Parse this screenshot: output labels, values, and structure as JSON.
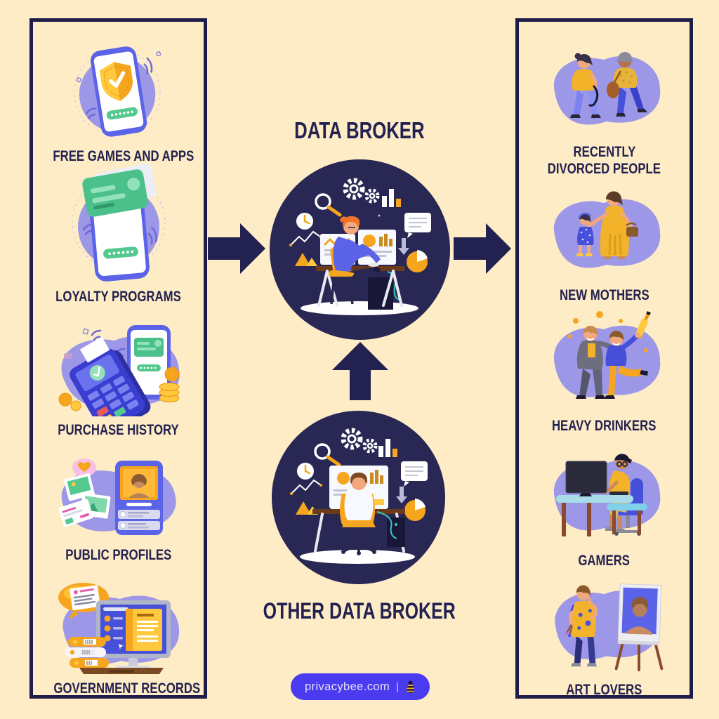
{
  "title": "DATA BROKER",
  "other_title": "OTHER DATA BROKER",
  "left_panel": {
    "items": [
      {
        "label": "FREE GAMES AND APPS",
        "icon": "phone-shield-illustration"
      },
      {
        "label": "LOYALTY PROGRAMS",
        "icon": "phone-loyalty-card-illustration"
      },
      {
        "label": "PURCHASE HISTORY",
        "icon": "payment-terminal-coins-illustration"
      },
      {
        "label": "PUBLIC PROFILES",
        "icon": "profile-page-photos-illustration"
      },
      {
        "label": "GOVERNMENT RECORDS",
        "icon": "records-monitor-files-illustration"
      }
    ]
  },
  "right_panel": {
    "items": [
      {
        "line1": "RECENTLY",
        "line2": "DIVORCED PEOPLE",
        "icon": "divorced-couple-illustration"
      },
      {
        "label": "NEW MOTHERS",
        "icon": "mother-child-illustration"
      },
      {
        "label": "HEAVY DRINKERS",
        "icon": "drinking-friends-illustration"
      },
      {
        "label": "GAMERS",
        "icon": "gamer-at-desk-illustration"
      },
      {
        "label": "ART LOVERS",
        "icon": "painter-easel-illustration"
      }
    ]
  },
  "center": {
    "top_circle_icon": "data-broker-analyst-illustration",
    "bottom_circle_icon": "other-data-broker-analyst-illustration",
    "arrows": [
      "left-to-broker-arrow",
      "broker-to-right-arrow",
      "other-broker-up-arrow"
    ]
  },
  "footer": {
    "site": "privacybee.com",
    "separator": "|",
    "icon": "bee-icon"
  },
  "palette": {
    "background": "#FDECC6",
    "navy": "#232150",
    "blob_purple": "#9D97E8",
    "pill_blue": "#4B3BF0",
    "orange": "#F6A51F",
    "yellow": "#FFC83D",
    "green": "#53C98F",
    "periwinkle": "#5B63E8"
  }
}
